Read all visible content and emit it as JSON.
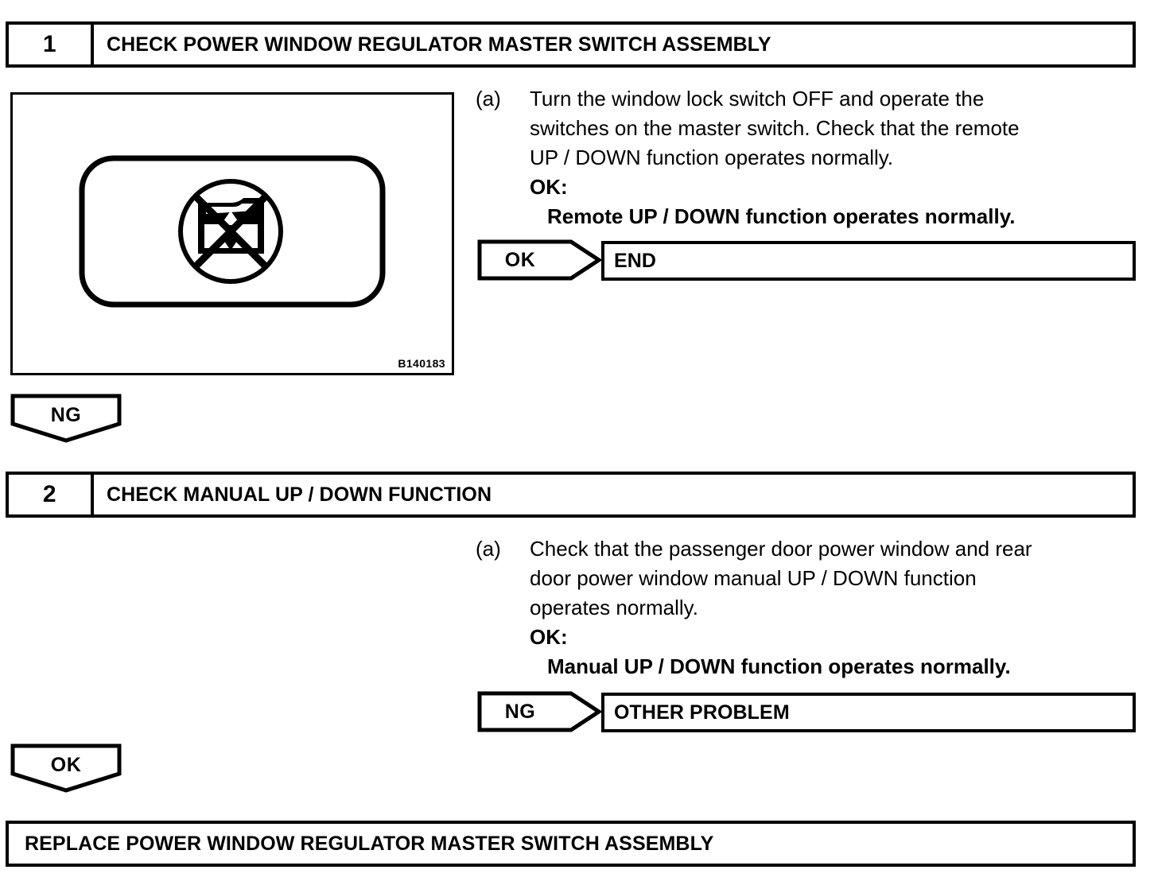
{
  "document": {
    "type": "troubleshooting-flowchart",
    "final_action": "REPLACE POWER WINDOW REGULATOR MASTER SWITCH ASSEMBLY"
  },
  "steps": [
    {
      "number": "1",
      "title": "CHECK POWER WINDOW REGULATOR MASTER SWITCH ASSEMBLY",
      "illustration": {
        "code": "B140183",
        "icon_name": "window-lock-switch-symbol"
      },
      "instruction": {
        "marker": "(a)",
        "lines": [
          "Turn the window lock switch OFF and operate the",
          "switches on the master switch. Check that the remote",
          "UP / DOWN function operates normally."
        ],
        "ok_label": "OK:",
        "ok_value": "Remote UP / DOWN function operates normally."
      },
      "branch_right": {
        "tag": "OK",
        "result": "END"
      },
      "branch_down": {
        "tag": "NG"
      }
    },
    {
      "number": "2",
      "title": "CHECK MANUAL UP / DOWN FUNCTION",
      "instruction": {
        "marker": "(a)",
        "lines": [
          "Check that the passenger door power window and rear",
          "door power window manual UP / DOWN function",
          "operates normally."
        ],
        "ok_label": "OK:",
        "ok_value": "Manual UP / DOWN function operates normally."
      },
      "branch_right": {
        "tag": "NG",
        "result": "OTHER PROBLEM"
      },
      "branch_down": {
        "tag": "OK"
      }
    }
  ],
  "colors": {
    "line": "#000000",
    "background": "#ffffff"
  }
}
